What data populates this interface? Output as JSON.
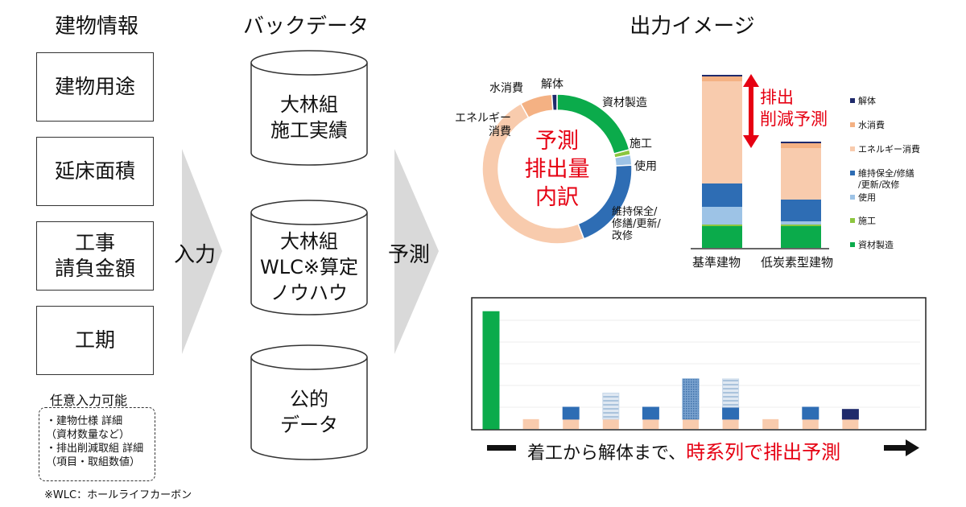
{
  "columns": {
    "building_info": "建物情報",
    "back_data": "バックデータ",
    "output": "出力イメージ"
  },
  "inputs": [
    "建物用途",
    "延床面積",
    "工事\n請負金額",
    "工期"
  ],
  "optional": {
    "title": "任意入力可能",
    "lines": [
      "・建物仕様 詳細",
      "（資材数量など）",
      "・排出削減取組 詳細",
      "（項目・取組数値）"
    ]
  },
  "footnote": "※WLC：ホールライフカーボン",
  "arrow_labels": {
    "input": "入力",
    "predict": "予測"
  },
  "databases": [
    "大林組\n施工実績",
    "大林組\nWLC※算定\nノウハウ",
    "公的\nデータ"
  ],
  "donut": {
    "center": "予測\n排出量\n内訳",
    "segments": [
      {
        "label": "資材製造",
        "deg": 75,
        "color": "#0bab4b"
      },
      {
        "label": "施工",
        "deg": 4,
        "color": "#8cc63f"
      },
      {
        "label": "使用",
        "deg": 8,
        "color": "#9dc3e6"
      },
      {
        "label": "維持保全/\n修繕/更新/\n改修",
        "deg": 72,
        "color": "#2e6db4"
      },
      {
        "label": "エネルギー\n消費",
        "deg": 172,
        "color": "#f8cbad"
      },
      {
        "label": "水消費",
        "deg": 25,
        "color": "#f4b183"
      },
      {
        "label": "解体",
        "deg": 4,
        "color": "#1f2a6b"
      }
    ]
  },
  "stacked": {
    "categories": [
      "基準建物",
      "低炭素型建物"
    ],
    "reduction_label": "排出\n削減予測",
    "series": [
      {
        "name": "資材製造",
        "color": "#0bab4b",
        "values": [
          27,
          27
        ]
      },
      {
        "name": "施工",
        "color": "#8cc63f",
        "values": [
          2,
          2
        ]
      },
      {
        "name": "使用",
        "color": "#9dc3e6",
        "values": [
          22,
          4
        ]
      },
      {
        "name": "維持保全/修繕\n/更新/改修",
        "color": "#2e6db4",
        "values": [
          29,
          27
        ]
      },
      {
        "name": "エネルギー消費",
        "color": "#f8cbad",
        "values": [
          127,
          64
        ]
      },
      {
        "name": "水消費",
        "color": "#f4b183",
        "values": [
          6,
          6
        ]
      },
      {
        "name": "解体",
        "color": "#1f2a6b",
        "values": [
          2,
          2
        ]
      }
    ]
  },
  "chart_data": {
    "type": "bar",
    "title": "",
    "xlabel": "着工から解体まで、",
    "xlabel_highlight": "時系列で排出予測",
    "ylim": [
      0,
      6
    ],
    "series": [
      {
        "name": "エネルギー消費",
        "color": "#f8cbad",
        "values": [
          0,
          0.45,
          0.45,
          0.45,
          0.45,
          0.45,
          0.45,
          0.45,
          0.45,
          0.45
        ]
      },
      {
        "name": "資材製造",
        "color": "#0bab4b",
        "values": [
          5.4,
          0,
          0,
          0,
          0,
          0,
          0,
          0,
          0,
          0
        ]
      },
      {
        "name": "維持保全",
        "color": "#2e6db4",
        "values": [
          0,
          0,
          0.55,
          0,
          0.55,
          0,
          0.55,
          0,
          0.55,
          0
        ]
      },
      {
        "name": "使用(縞)",
        "color": "#c9d9ea",
        "values": [
          0,
          0,
          0,
          1.2,
          0,
          0,
          1.3,
          0,
          0,
          0
        ]
      },
      {
        "name": "更新(点)",
        "color": "#5d8fc4",
        "values": [
          0,
          0,
          0,
          0,
          0,
          1.85,
          0,
          0,
          0,
          0
        ]
      },
      {
        "name": "解体",
        "color": "#1f2a6b",
        "values": [
          0,
          0,
          0,
          0,
          0,
          0,
          0,
          0,
          0,
          0.45
        ]
      }
    ]
  }
}
